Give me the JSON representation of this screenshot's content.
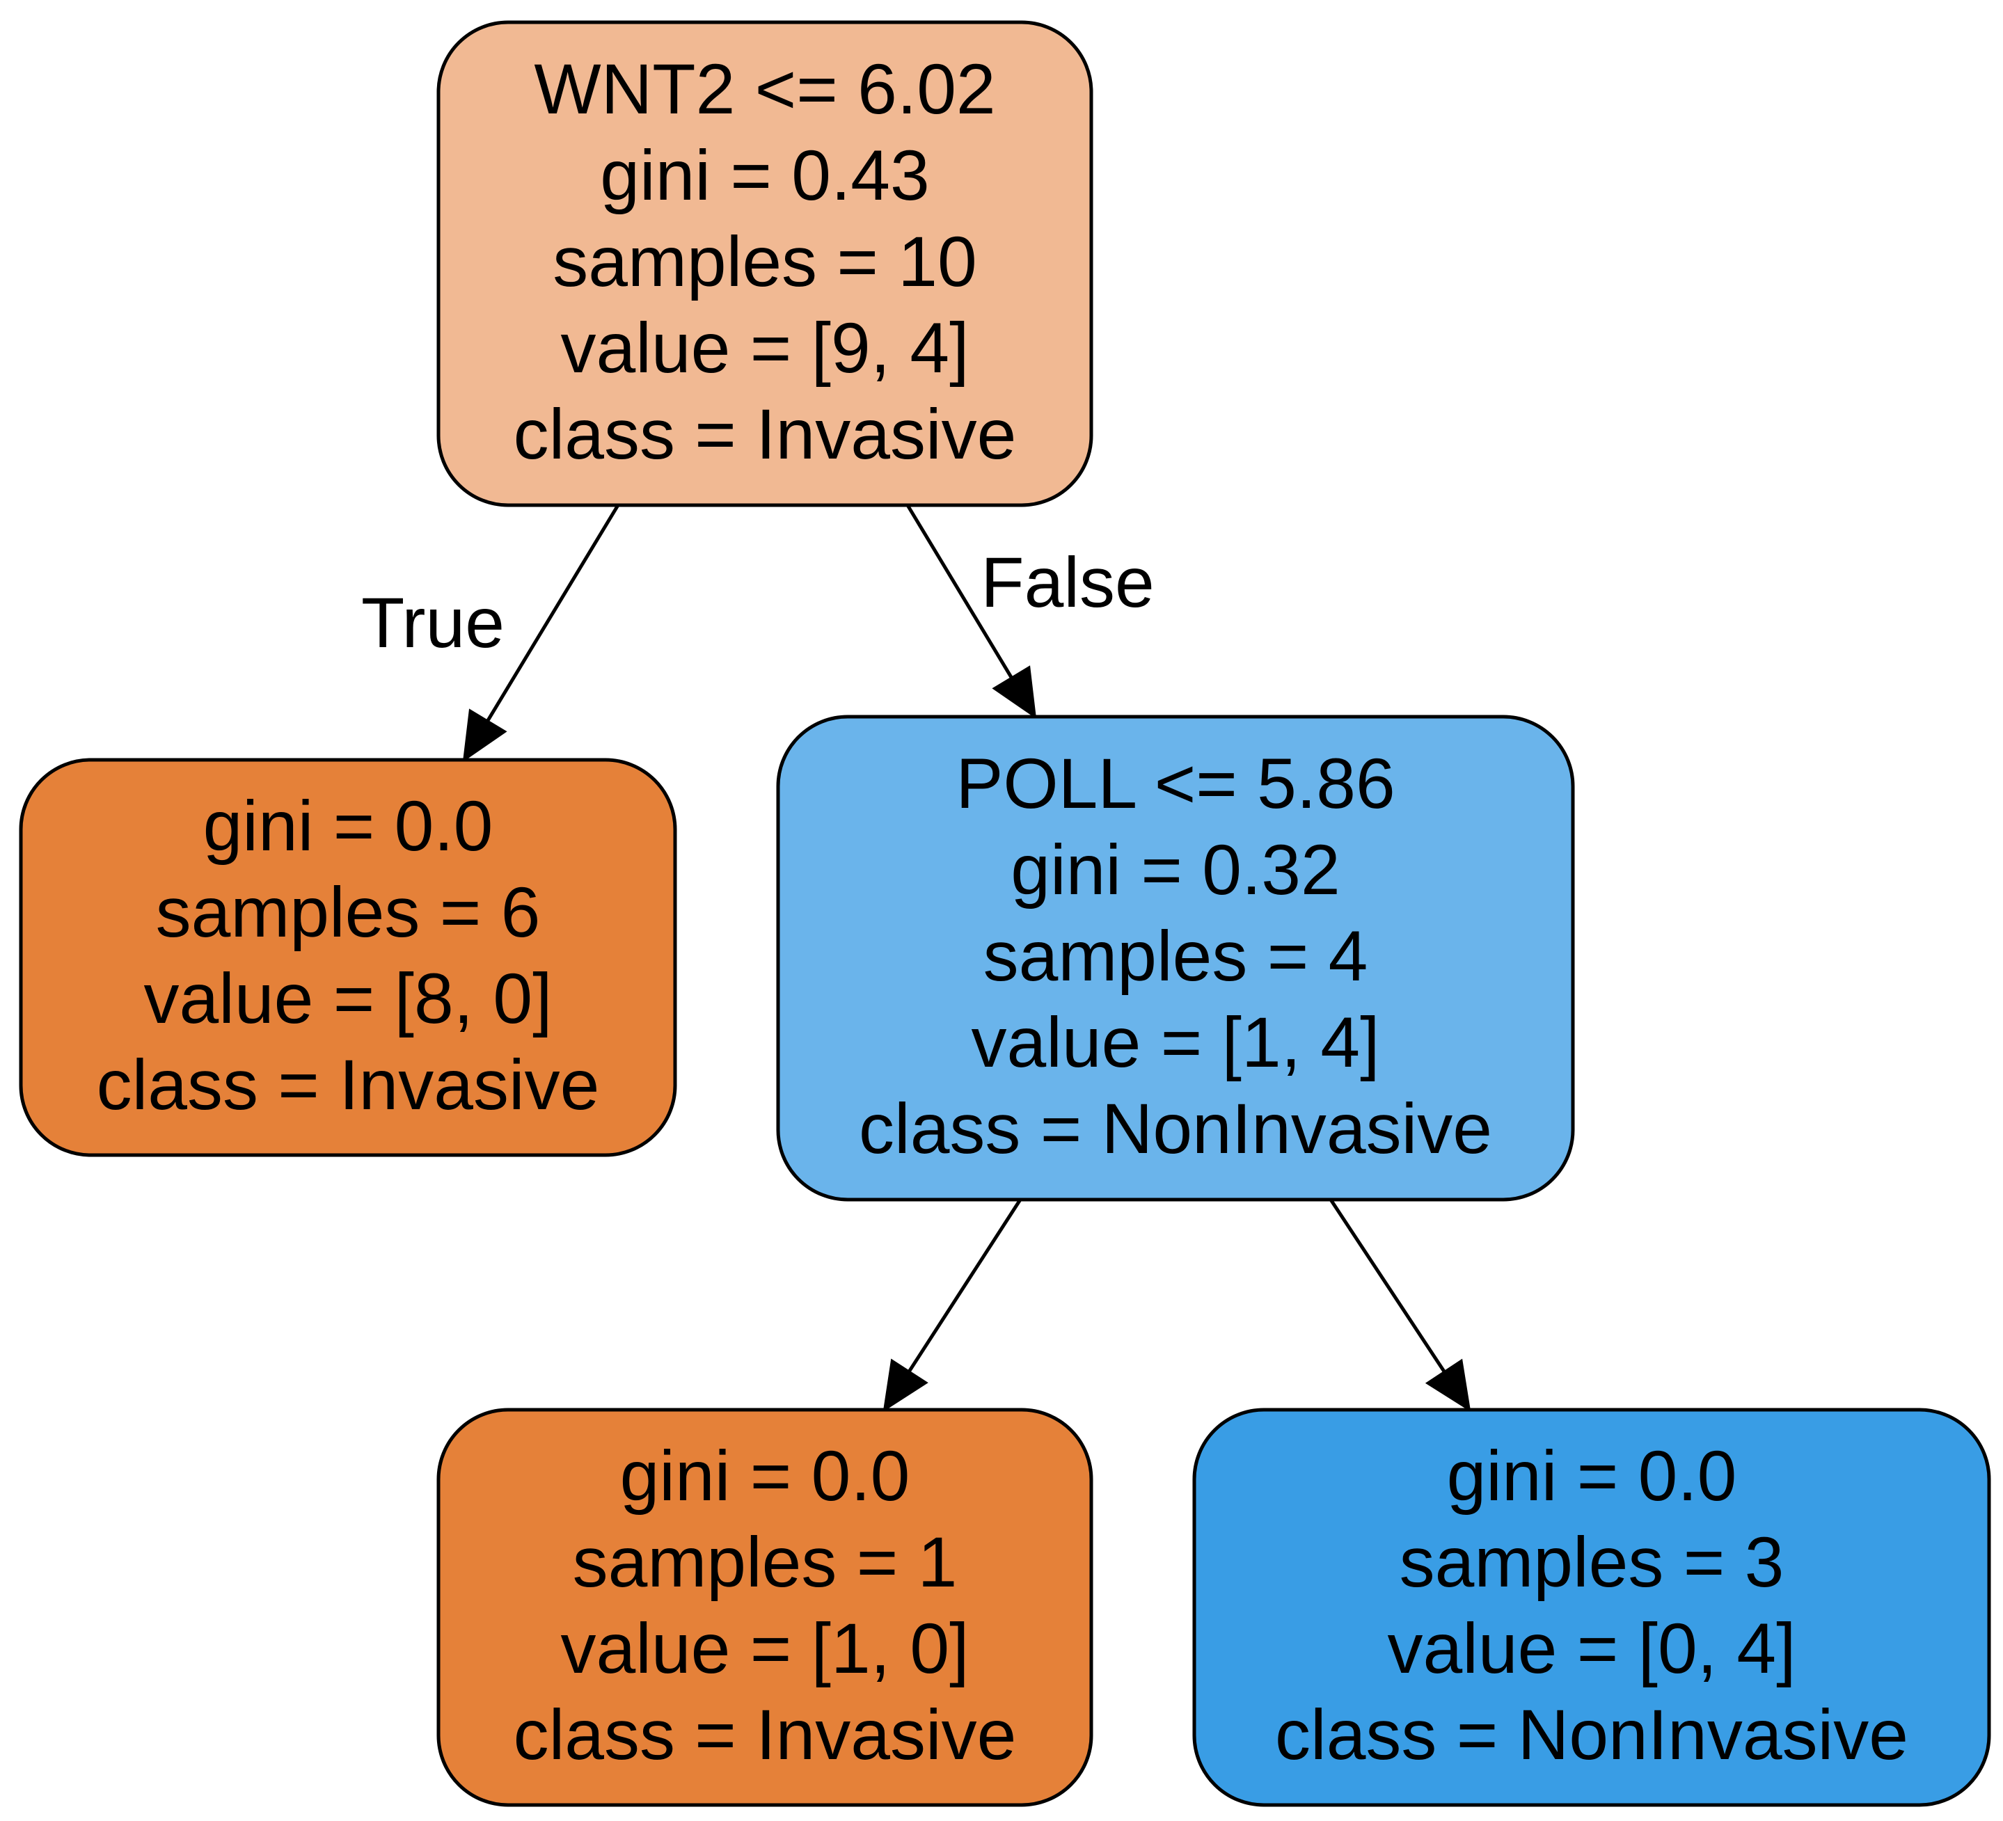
{
  "colors": {
    "invasive_pure": "#e58139",
    "invasive_light": "#f1b993",
    "noninvasive_pure": "#399de5",
    "noninvasive_light": "#6ab4eb"
  },
  "nodes": [
    {
      "id": "n0",
      "lines": [
        "WNT2 <= 6.02",
        "gini = 0.43",
        "samples = 10",
        "value = [9, 4]",
        "class = Invasive"
      ],
      "color": "#f1b993"
    },
    {
      "id": "n1",
      "lines": [
        "gini = 0.0",
        "samples = 6",
        "value = [8, 0]",
        "class = Invasive"
      ],
      "color": "#e58139"
    },
    {
      "id": "n2",
      "lines": [
        "POLL <= 5.86",
        "gini = 0.32",
        "samples = 4",
        "value = [1, 4]",
        "class = NonInvasive"
      ],
      "color": "#6ab4eb"
    },
    {
      "id": "n3",
      "lines": [
        "gini = 0.0",
        "samples = 1",
        "value = [1, 0]",
        "class = Invasive"
      ],
      "color": "#e58139"
    },
    {
      "id": "n4",
      "lines": [
        "gini = 0.0",
        "samples = 3",
        "value = [0, 4]",
        "class = NonInvasive"
      ],
      "color": "#399de5"
    }
  ],
  "edges": [
    {
      "from": "n0",
      "to": "n1",
      "label": "True"
    },
    {
      "from": "n0",
      "to": "n2",
      "label": "False"
    },
    {
      "from": "n2",
      "to": "n3",
      "label": ""
    },
    {
      "from": "n2",
      "to": "n4",
      "label": ""
    }
  ]
}
